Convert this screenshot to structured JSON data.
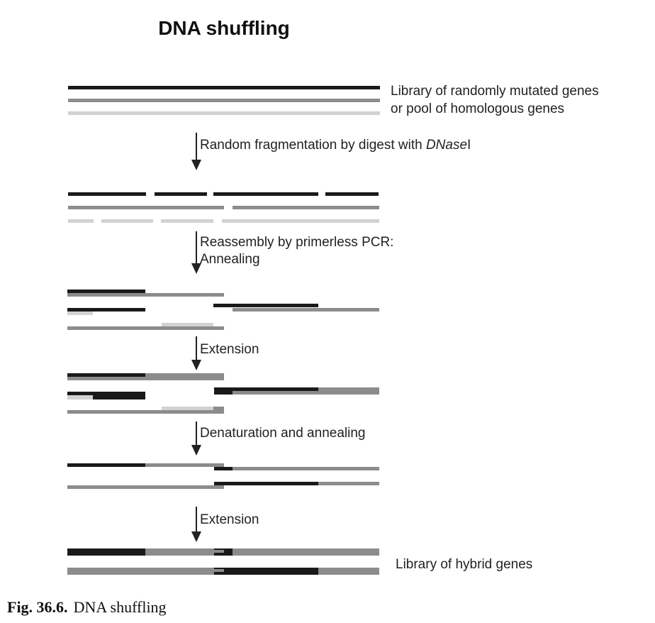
{
  "colors": {
    "black": "#1a1a1a",
    "gray": "#8c8c8c",
    "light": "#d2d2d2"
  },
  "title": "DNA shuffling",
  "labels": {
    "library_line1": "Library of randomly mutated genes",
    "library_line2": "or pool of homologous genes",
    "hybrid": "Library of hybrid genes"
  },
  "steps": [
    {
      "text_prefix": "Random fragmentation by digest with ",
      "text_italic": "DNase",
      "text_suffix": "I"
    },
    {
      "line1": "Reassembly by primerless PCR:",
      "line2": "Annealing"
    },
    {
      "label": "Extension"
    },
    {
      "label": "Denaturation and annealing"
    },
    {
      "label": "Extension"
    }
  ],
  "caption": {
    "bold": "Fig. 36.6.",
    "text": "DNA shuffling"
  }
}
